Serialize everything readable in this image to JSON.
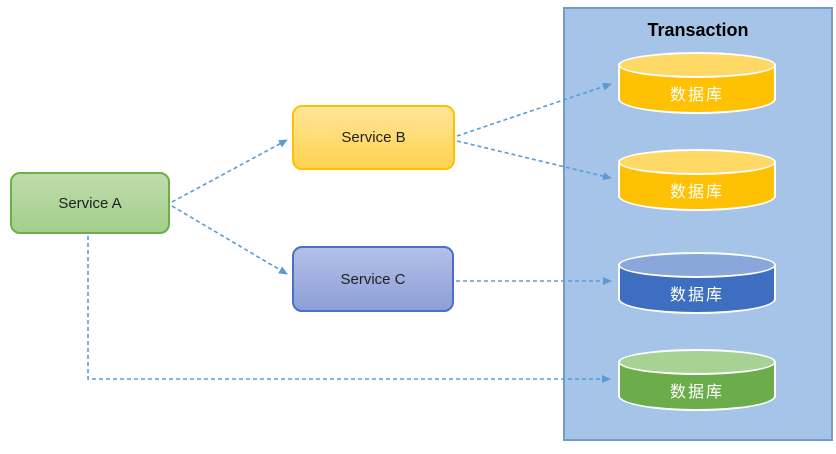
{
  "diagram": {
    "type": "microservice-distributed-transaction-diagram",
    "transaction_panel": {
      "title": "Transaction"
    },
    "services": [
      {
        "id": "service-a",
        "label": "Service A",
        "color": "green"
      },
      {
        "id": "service-b",
        "label": "Service B",
        "color": "yellow"
      },
      {
        "id": "service-c",
        "label": "Service C",
        "color": "blue"
      }
    ],
    "databases": [
      {
        "id": "db-1",
        "label": "数据库",
        "color": "yellow"
      },
      {
        "id": "db-2",
        "label": "数据库",
        "color": "yellow"
      },
      {
        "id": "db-3",
        "label": "数据库",
        "color": "blue"
      },
      {
        "id": "db-4",
        "label": "数据库",
        "color": "green"
      }
    ],
    "edges": [
      {
        "from": "service-a",
        "to": "service-b",
        "style": "dashed-blue-arrow"
      },
      {
        "from": "service-a",
        "to": "service-c",
        "style": "dashed-blue-arrow"
      },
      {
        "from": "service-b",
        "to": "db-1",
        "style": "dashed-blue-arrow"
      },
      {
        "from": "service-b",
        "to": "db-2",
        "style": "dashed-blue-arrow"
      },
      {
        "from": "service-c",
        "to": "db-3",
        "style": "dashed-blue-arrow"
      },
      {
        "from": "service-a",
        "to": "db-4",
        "style": "dashed-blue-arrow-elbow"
      }
    ]
  },
  "colors": {
    "canvas_bg": "#ffffff",
    "arrow_color": "#5b9bd5",
    "service_a_fill": "#a3cf8b",
    "service_a_fill_light": "#bedcab",
    "service_a_border": "#6fad4b",
    "service_b_fill": "#ffd34f",
    "service_b_fill_light": "#ffe59b",
    "service_b_border": "#ffc000",
    "service_c_fill": "#8d9fd8",
    "service_c_fill_light": "#b3c0e8",
    "service_c_border": "#4d6fc3",
    "panel_fill": "#a5c4e8",
    "panel_border": "#739cc9",
    "db_yellow_body": "#ffc104",
    "db_yellow_top": "#ffd965",
    "db_blue_body": "#3e6ec0",
    "db_blue_top": "#8aa7dc",
    "db_green_body": "#6aad4a",
    "db_green_top": "#a8d294",
    "db_text_color": "#ffffff"
  }
}
